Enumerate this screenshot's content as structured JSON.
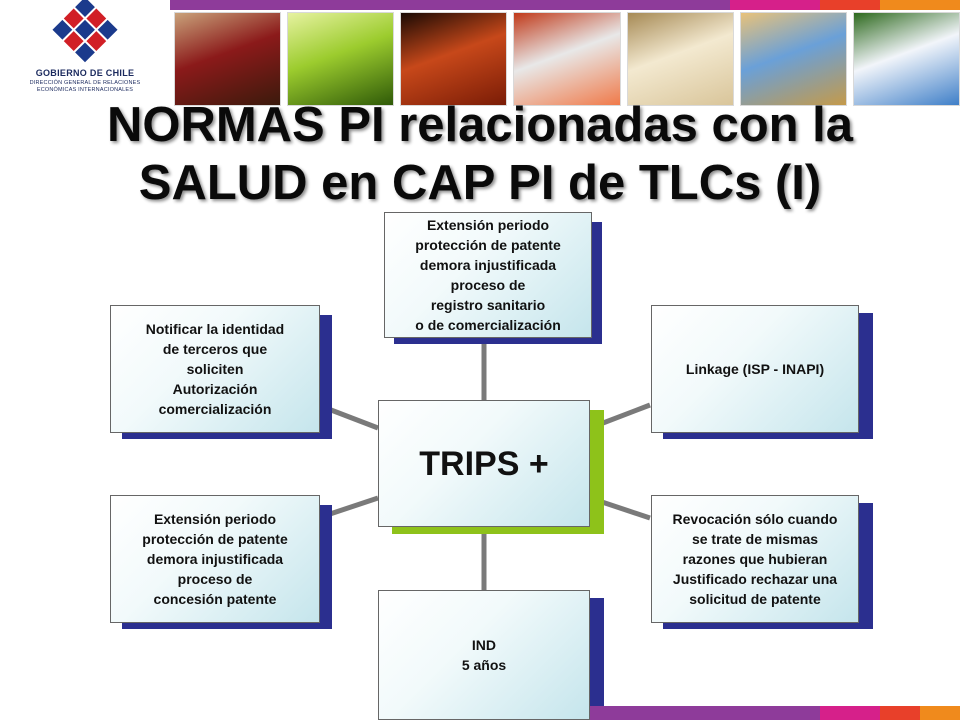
{
  "header": {
    "org_name": "GOBIERNO DE CHILE",
    "org_subtitle": "DIRECCIÓN GENERAL DE RELACIONES ECONÓMICAS INTERNACIONALES",
    "photos": [
      {
        "name": "wine-photo",
        "colors": [
          "#3b1a0c",
          "#8b1a1a",
          "#c9a27a"
        ]
      },
      {
        "name": "grapes-photo",
        "colors": [
          "#2f5a08",
          "#9ccc2e",
          "#e6f2a0"
        ]
      },
      {
        "name": "people-photo",
        "colors": [
          "#7a1c06",
          "#c7481a",
          "#1a0a04"
        ]
      },
      {
        "name": "salmon-photo",
        "colors": [
          "#f07a4a",
          "#e8e8e8",
          "#c03a1a"
        ]
      },
      {
        "name": "boxes-photo",
        "colors": [
          "#d9c59a",
          "#f3e9d0",
          "#a68a55"
        ]
      },
      {
        "name": "lumber-photo",
        "colors": [
          "#c49a4a",
          "#6aa0d8",
          "#e8c27a"
        ]
      },
      {
        "name": "volcano-photo",
        "colors": [
          "#3f7fc8",
          "#f2f5fa",
          "#2e6a1e"
        ]
      }
    ]
  },
  "title": {
    "line1": "NORMAS PI relacionadas con la",
    "line2": "SALUD en CAP PI de TLCs (I)"
  },
  "diagram": {
    "center": "TRIPS +",
    "top": "Extensión periodo\nprotección de patente\ndemora injustificada\nproceso de\nregistro sanitario\no de comercialización",
    "top_left": "Notificar la identidad\nde terceros que\nsoliciten\nAutorización\ncomercialización",
    "top_right": "Linkage (ISP - INAPI)",
    "bottom_left": "Extensión periodo\nprotección de patente\ndemora injustificada\nproceso de\nconcesión patente",
    "bottom_right": "Revocación sólo cuando\nse trate de mismas\nrazones que hubieran\nJustificado rechazar una\nsolicitud de patente",
    "bottom": "IND\n5 años"
  },
  "colors": {
    "box_shadow": "#2b2f8f",
    "center_shadow": "#8ec21a",
    "connector": "#7a7a7a",
    "logo_blue": "#1b3a8c",
    "logo_red": "#d11f26"
  }
}
